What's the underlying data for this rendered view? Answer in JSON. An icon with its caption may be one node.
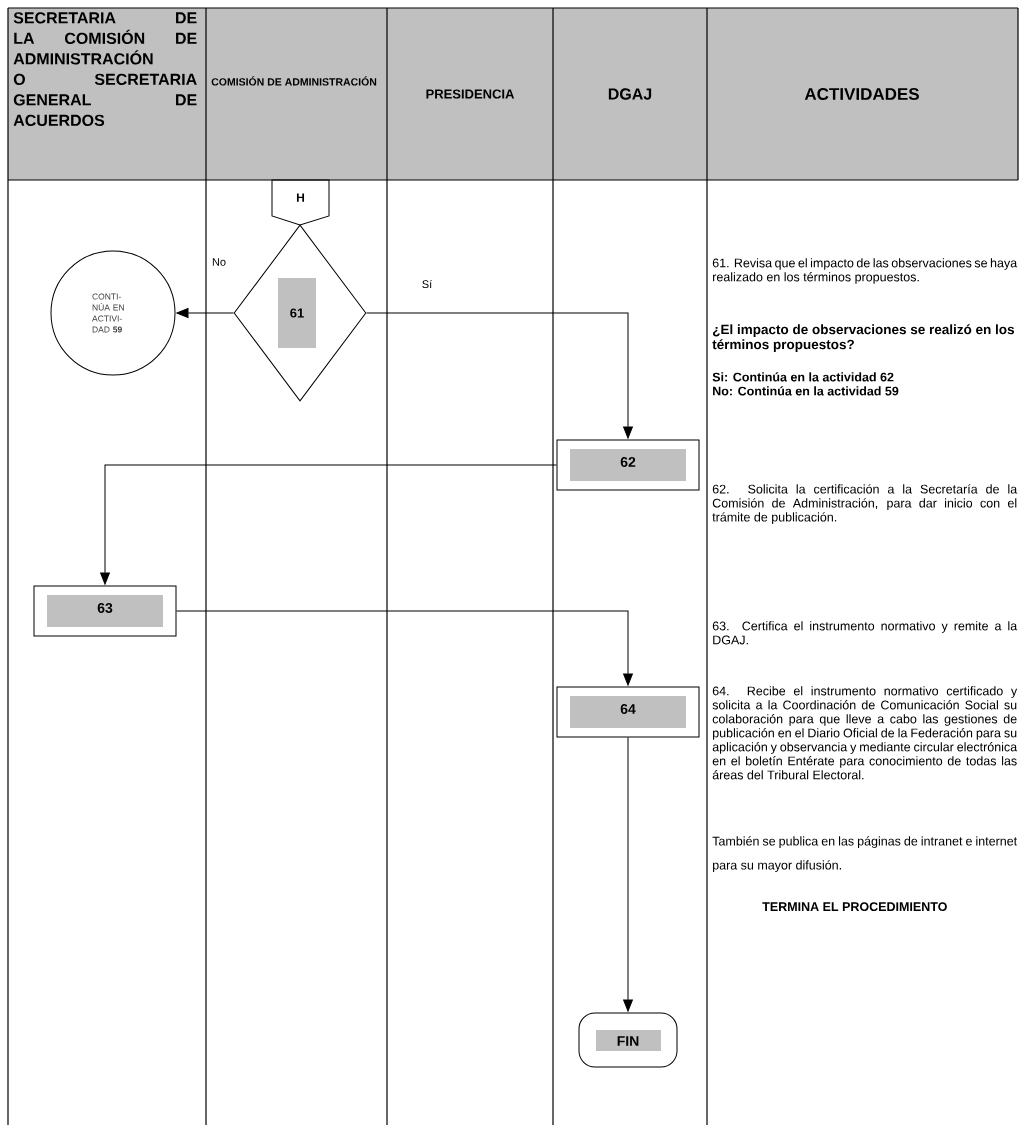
{
  "diagram": {
    "nodes": [
      {
        "text": [
          "H"
        ]
      },
      {
        "text": [
          "61"
        ]
      },
      {
        "text": [
          "CONTI- NÚA EN ACTIVI- DAD **59**"
        ]
      },
      {
        "text": [
          "62"
        ]
      },
      {
        "text": [
          "63"
        ]
      },
      {
        "text": [
          "64"
        ]
      },
      {
        "text": [
          "FIN"
        ]
      }
    ],
    "edges": [
      {
        "from": 1,
        "to": 2,
        "arrow": "to",
        "label": "No"
      },
      {
        "from": 1,
        "to": 3,
        "arrow": "to",
        "label": "Sí"
      },
      {
        "from": 3,
        "to": 4,
        "arrow": "to"
      },
      {
        "from": 4,
        "to": 5,
        "arrow": "to"
      },
      {
        "from": 5,
        "to": 6,
        "arrow": "to"
      }
    ],
    "labels": [
      "SECRETARIA DE LA COMISIÓN DE ADMINISTRACIÓN O SECRETARIA GENERAL DE ACUERDOS",
      "COMISIÓN DE ADMINISTRACIÓN",
      "PRESIDENCIA",
      "DGAJ",
      "ACTIVIDADES",
      "61. Revisa que el impacto de las observaciones se haya realizado en los términos propuestos.",
      "¿El impacto de observaciones se realizó en los términos propuestos?",
      "Si: Continúa en la actividad 62",
      "No: Continúa en la actividad 59",
      "62. Solicita la certificación a la Secretaría de la Comisión de Administración, para dar inicio con el trámite de publicación.",
      "63. Certifica el instrumento normativo y remite a la DGAJ.",
      "64. Recibe el instrumento normativo certificado y solicita a la Coordinación de Comunicación Social su colaboración para que lleve a cabo las gestiones de publicación en el Diario Oficial de la Federación para su aplicación y observancia y mediante circular electrónica en el boletín Entérate para conocimiento de todas las áreas del Tribural Electoral.",
      "También se publica en las páginas de intranet e internet para su mayor difusión.",
      "TERMINA EL PROCEDIMIENTO"
    ]
  }
}
